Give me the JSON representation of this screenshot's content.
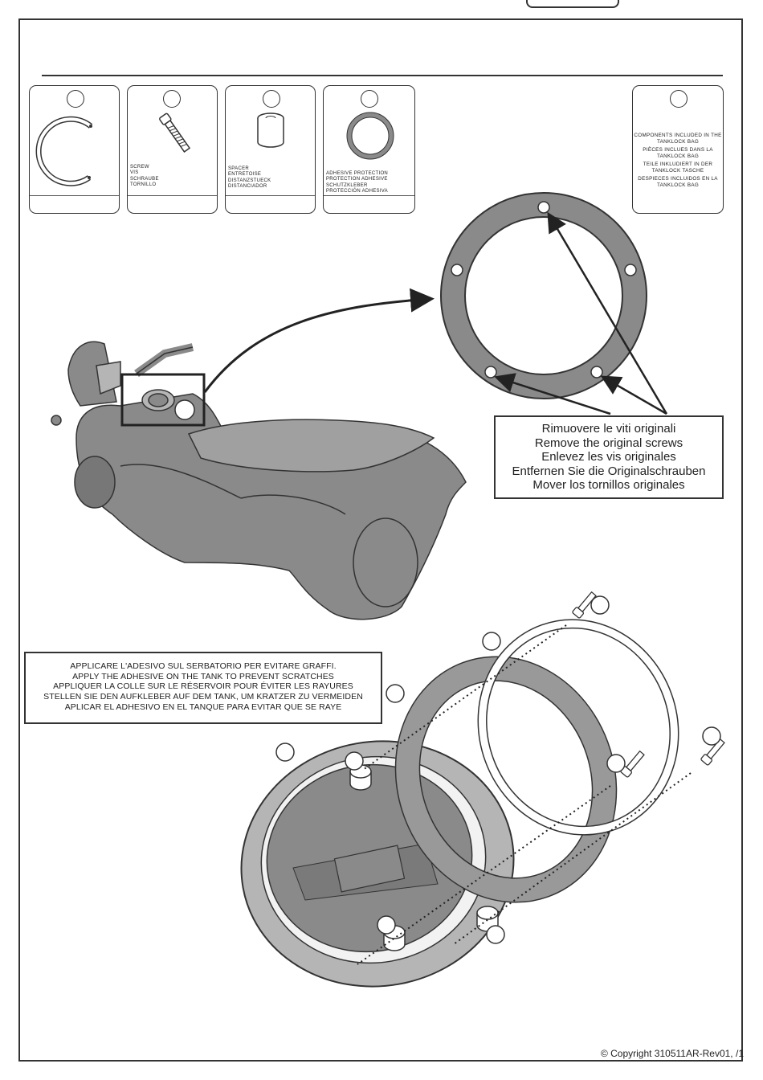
{
  "components": [
    {
      "id": "ring",
      "icon": "tank-ring-icon",
      "lines": []
    },
    {
      "id": "screw",
      "icon": "screw-icon",
      "lines": [
        "SCREW",
        "VIS",
        "SCHRAUBE",
        "TORNILLO"
      ]
    },
    {
      "id": "spacer",
      "icon": "spacer-icon",
      "lines": [
        "SPACER",
        "ENTRETOISE",
        "DISTANZSTUECK",
        "DISTANCIADOR"
      ]
    },
    {
      "id": "adhesive",
      "icon": "adhesive-ring-icon",
      "lines": [
        "ADHESIVE PROTECTION",
        "PROTECTION ADHESIVE",
        "SCHUTZKLEBER",
        "PROTECCIÓN ADHESIVA"
      ]
    }
  ],
  "included_card": {
    "lines": [
      "COMPONENTS INCLUDED IN THE TANKLOCK BAG",
      "PIÈCES INCLUES DANS LA TANKLOCK BAG",
      "TEILE INKLUDIERT IN DER TANKLOCK TASCHE",
      "DESPIECES INCLUIDOS EN LA TANKLOCK BAG"
    ]
  },
  "remove_note": {
    "lines": [
      "Rimuovere le viti originali",
      "Remove the original screws",
      "Enlevez  les vis originales",
      "Entfernen Sie die Originalschrauben",
      "Mover los tornillos originales"
    ]
  },
  "adhesive_note": {
    "lines": [
      "APPLICARE L'ADESIVO SUL SERBATORIO PER EVITARE GRAFFI.",
      "APPLY THE ADHESIVE ON THE TANK TO PREVENT SCRATCHES",
      "APPLIQUER LA COLLE SUR LE RÉSERVOIR POUR ÉVITER LES RAYURES",
      "STELLEN SIE DEN AUFKLEBER AUF DEM TANK, UM KRATZER ZU VERMEIDEN",
      "APLICAR EL ADHESIVO EN EL TANQUE PARA EVITAR QUE SE RAYE"
    ]
  },
  "footer": {
    "copyright": "© Copyright 310511AR-Rev01,   /1"
  },
  "colors": {
    "line": "#333333",
    "fill_gray": "#8a8a8a",
    "light_gray": "#b5b5b5",
    "paper": "#ffffff"
  }
}
